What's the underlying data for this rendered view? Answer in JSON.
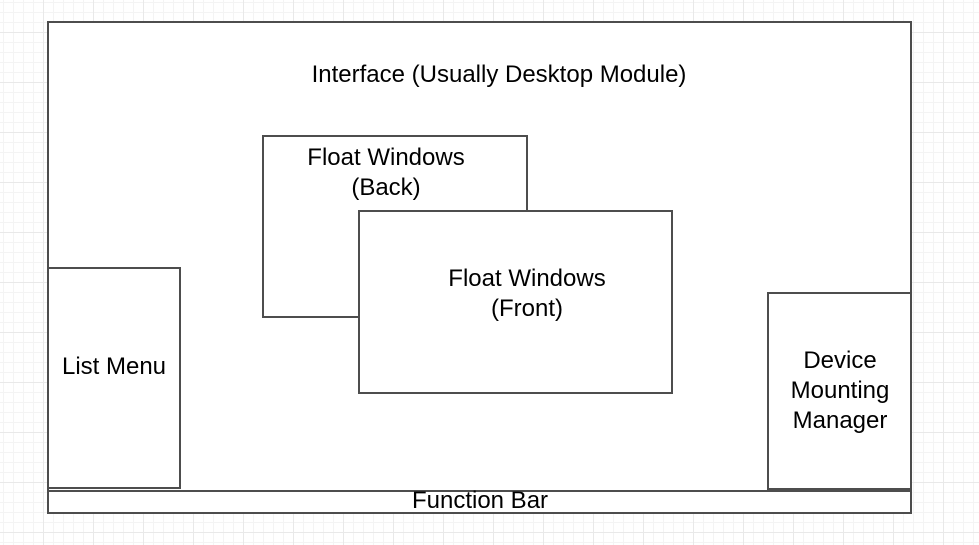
{
  "diagram": {
    "title": "Interface (Usually Desktop Module)",
    "colors": {
      "shape_stroke": "#4d4d4d",
      "shape_fill": "#ffffff",
      "text": "#000000",
      "grid_minor": "#f4f4f4",
      "grid_major": "#e9e9e9",
      "canvas_background": "#ffffff"
    },
    "nodes": [
      {
        "id": "interface",
        "label": "Interface (Usually Desktop Module)"
      },
      {
        "id": "float-windows-back",
        "label": "Float Windows\n(Back)"
      },
      {
        "id": "float-windows-front",
        "label": "Float Windows\n(Front)"
      },
      {
        "id": "list-menu",
        "label": "List Menu"
      },
      {
        "id": "device-mounting-manager",
        "label": "Device\nMounting\nManager"
      },
      {
        "id": "function-bar",
        "label": "Function Bar"
      }
    ]
  }
}
